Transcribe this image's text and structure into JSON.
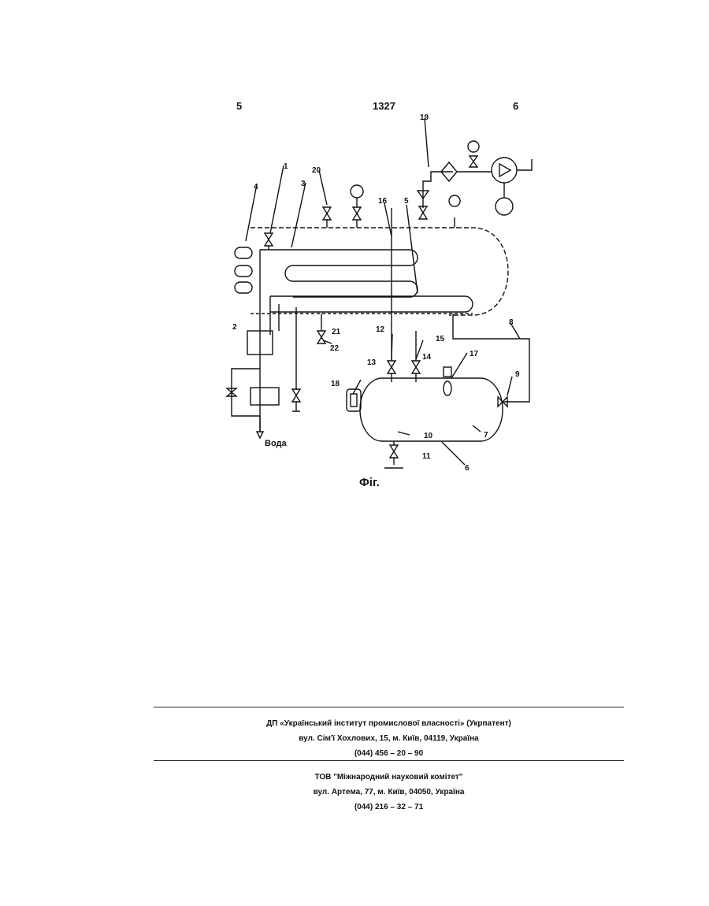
{
  "header": {
    "left_num": "5",
    "center_num": "1327",
    "right_num": "6"
  },
  "figure": {
    "labels": {
      "l1": "1",
      "l2": "2",
      "l3": "3",
      "l4": "4",
      "l5": "5",
      "l6": "6",
      "l7": "7",
      "l8": "8",
      "l9": "9",
      "l10": "10",
      "l11": "11",
      "l12": "12",
      "l13": "13",
      "l14": "14",
      "l15": "15",
      "l16": "16",
      "l17": "17",
      "l18": "18",
      "l19": "19",
      "l20": "20",
      "l21": "21",
      "l22": "22",
      "water": "Вода"
    },
    "caption": "Фіг."
  },
  "publisher": {
    "name": "ДП «Український інститут промислової власності» (Укрпатент)",
    "address": "вул. Сім'ї Хохлових, 15, м. Київ, 04119, Україна",
    "phone": "(044) 456 – 20 – 90"
  },
  "printer": {
    "name": "ТОВ \"Міжнародний науковий комітет\"",
    "address": "вул. Артема, 77, м. Київ, 04050, Україна",
    "phone": "(044) 216 – 32 – 71"
  }
}
